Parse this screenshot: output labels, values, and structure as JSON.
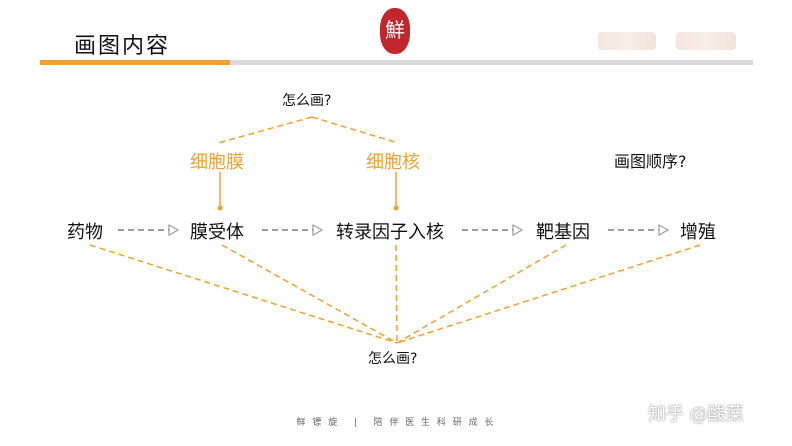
{
  "header": {
    "title": "画图内容",
    "seal_glyph": "鮮",
    "seal_color": "#c1272d"
  },
  "colors": {
    "accent": "#f2a131",
    "arrow_gray": "#9e9e9e",
    "text": "#111111"
  },
  "diagram": {
    "top_question": "怎么画?",
    "membrane_label": "细胞膜",
    "nucleus_label": "细胞核",
    "order_question": "画图顺序?",
    "nodes": [
      "药物",
      "膜受体",
      "转录因子入核",
      "靶基因",
      "增殖"
    ],
    "bottom_question": "怎么画?"
  },
  "footer": {
    "left": "鲜 镖 旋",
    "separator": "|",
    "right": "陪 伴 医 生 科 研 成 长"
  },
  "watermark": "知乎 @酸菜"
}
